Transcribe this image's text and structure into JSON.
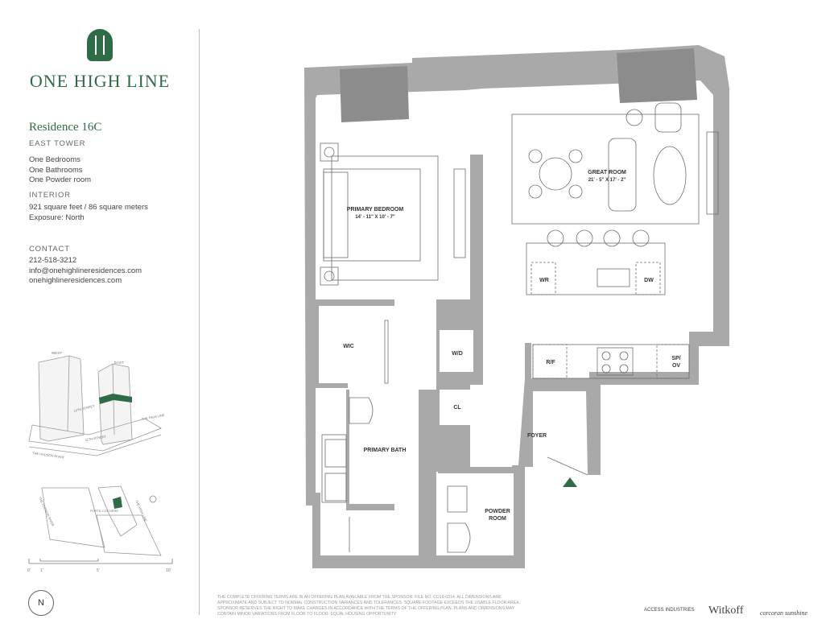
{
  "brand": "ONE HIGH LINE",
  "residence": {
    "title": "Residence 16C",
    "tower": "EAST TOWER",
    "features": [
      "One Bedrooms",
      "One Bathrooms",
      "One Powder room"
    ],
    "interior_label": "INTERIOR",
    "area": "921 square feet / 86 square meters",
    "exposure": "Exposure: North"
  },
  "contact": {
    "label": "CONTACT",
    "phone": "212-518-3212",
    "email": "info@onehighlineresidences.com",
    "website": "onehighlineresidences.com"
  },
  "site": {
    "west": "WEST",
    "east": "EAST",
    "street_10th": "10TH STREET",
    "street_11th": "11TH STREET",
    "highline": "THE HIGH LINE",
    "river": "THE HUDSON RIVER",
    "river_map": "THE HUDSON RIVER",
    "porte": "PORTE-COCHÈRE",
    "highline_map": "THE HIGH LINE"
  },
  "scale": {
    "zero": "0'",
    "one": "1'",
    "five": "5'",
    "ten": "10'"
  },
  "compass": "N",
  "rooms": {
    "great_room": "GREAT ROOM",
    "great_room_dim": "21' - 5\" X 17' - 2\"",
    "primary_bedroom": "PRIMARY BEDROOM",
    "primary_bedroom_dim": "14' - 11\" X 10' - 7\"",
    "wic": "WIC",
    "wd": "W/D",
    "cl": "CL",
    "foyer": "FOYER",
    "primary_bath": "PRIMARY BATH",
    "powder_room_1": "POWDER",
    "powder_room_2": "ROOM",
    "wr": "WR",
    "dw": "DW",
    "rf": "R/F",
    "spov_1": "SP/",
    "spov_2": "OV"
  },
  "disclaimer": "THE COMPLETE OFFERING TERMS ARE IN AN OFFERING PLAN AVAILABLE FROM THE SPONSOR. FILE NO. CD19-0314. ALL DIMENSIONS ARE APPROXIMATE AND SUBJECT TO NORMAL CONSTRUCTION VARIANCES AND TOLERANCES. SQUARE FOOTAGE EXCEEDS THE USABLE FLOOR AREA. SPONSOR RESERVES THE RIGHT TO MAKE CHANGES IN ACCORDANCE WITH THE TERMS OF THE OFFERING PLAN. PLANS AND DIMENSIONS MAY CONTAIN MINOR VARIATIONS FROM FLOOR TO FLOOR. EQUAL HOUSING OPPORTUNITY",
  "partners": {
    "access": "ACCESS INDUSTRIES",
    "witkoff": "Witkoff",
    "corcoran": "corcoran sunshine"
  },
  "colors": {
    "brand_green": "#2e6b46",
    "wall_gray": "#a9a9a9",
    "window_gray": "#8c8c8c",
    "line": "#6d6d6d"
  }
}
